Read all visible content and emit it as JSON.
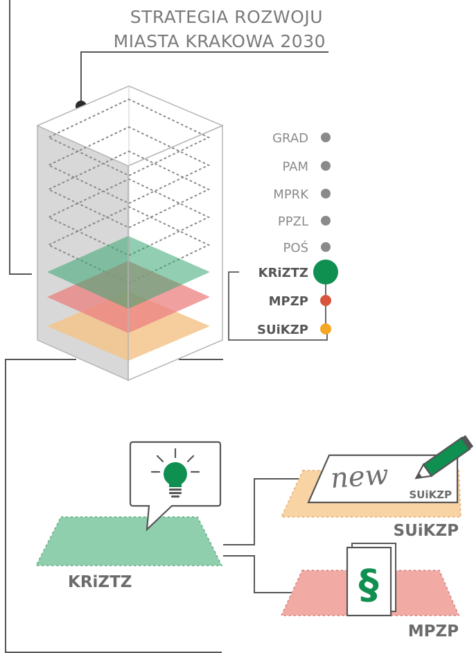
{
  "title": {
    "line1": "STRATEGIA ROZWOJU",
    "line2": "MIASTA KRAKOWA 2030"
  },
  "legend": [
    {
      "label": "GRAD",
      "color": "#8a8a8a",
      "emphasis": false
    },
    {
      "label": "PAM",
      "color": "#8a8a8a",
      "emphasis": false
    },
    {
      "label": "MPRK",
      "color": "#8a8a8a",
      "emphasis": false
    },
    {
      "label": "PPZL",
      "color": "#8a8a8a",
      "emphasis": false
    },
    {
      "label": "POŚ",
      "color": "#8a8a8a",
      "emphasis": false
    },
    {
      "label": "KRiZTZ",
      "color": "#0f8f50",
      "emphasis": true
    },
    {
      "label": "MPZP",
      "color": "#d9533d",
      "emphasis": true
    },
    {
      "label": "SUiKZP",
      "color": "#f5a623",
      "emphasis": true
    }
  ],
  "bottom": {
    "kriztz_label": "KRiZTZ",
    "suikzp_label": "SUiKZP",
    "suikzp_card_label": "SUiKZP",
    "handwriting": "new",
    "mpzp_label": "MPZP",
    "paragraph_symbol": "§"
  },
  "colors": {
    "green": "#0f8f50",
    "green_plane": "#8fcfad",
    "red_plane": "#ef9a9a",
    "orange_plane": "#f8d3a3",
    "gray": "#8a8a8a",
    "text_gray": "#777777",
    "line": "#555555"
  }
}
